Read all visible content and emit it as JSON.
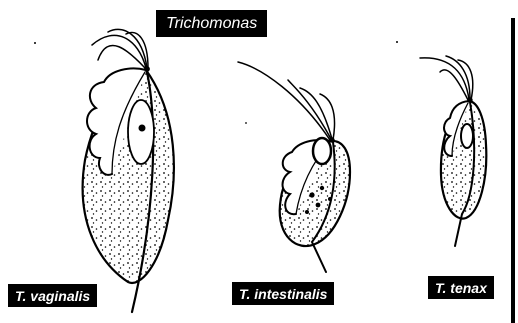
{
  "title": "Trichomonas",
  "species": [
    {
      "name": "T. vaginalis"
    },
    {
      "name": "T. intestinalis"
    },
    {
      "name": "T. tenax"
    }
  ],
  "colors": {
    "ink": "#000000",
    "paper": "#ffffff",
    "label_bg": "#000000",
    "label_text": "#ffffff"
  }
}
